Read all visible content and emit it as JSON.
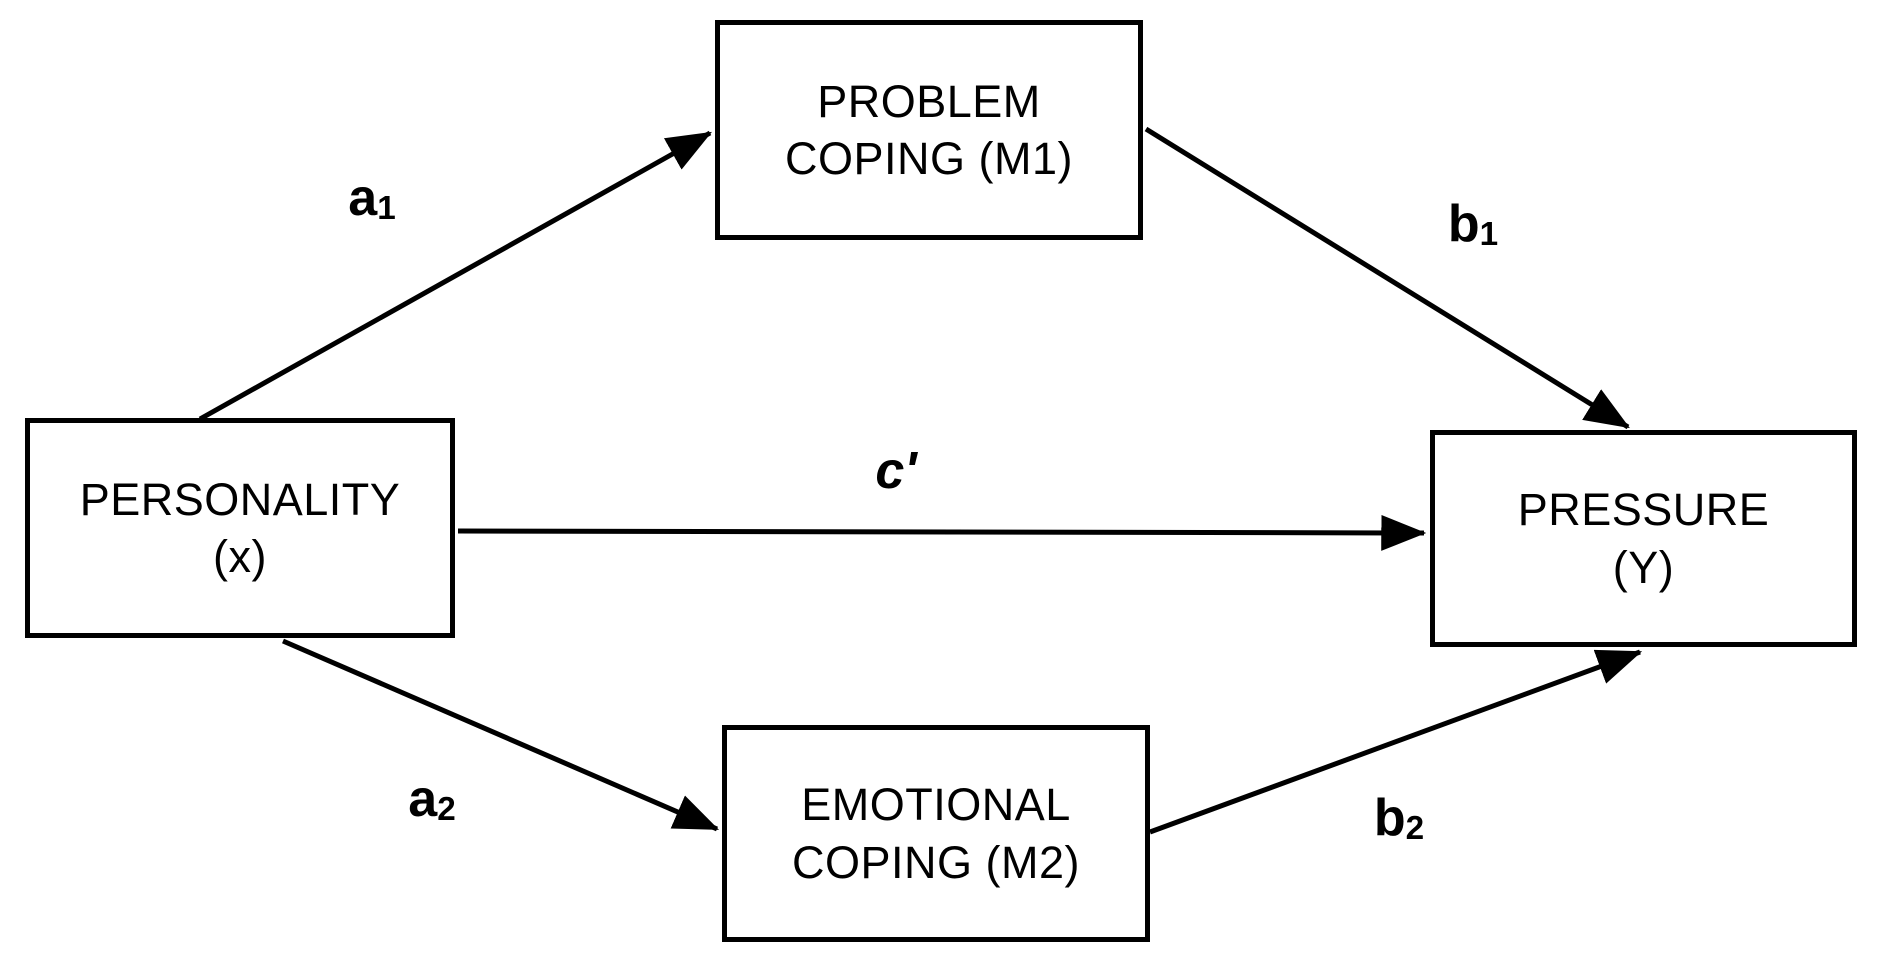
{
  "diagram": {
    "type": "mediation-path-model",
    "background_color": "#ffffff",
    "line_color": "#000000",
    "text_color": "#000000",
    "nodes": {
      "personality": {
        "line1": "PERSONALITY",
        "line2": "(x)",
        "role": "predictor"
      },
      "problem_coping": {
        "line1": "PROBLEM",
        "line2": "COPING (M1)",
        "role": "mediator-1"
      },
      "emotional_coping": {
        "line1": "EMOTIONAL",
        "line2": "COPING (M2)",
        "role": "mediator-2"
      },
      "pressure": {
        "line1": "PRESSURE",
        "line2": "(Y)",
        "role": "outcome"
      }
    },
    "paths": {
      "a1": {
        "base": "a",
        "sub": "1",
        "from": "PERSONALITY (x)",
        "to": "PROBLEM COPING (M1)"
      },
      "a2": {
        "base": "a",
        "sub": "2",
        "from": "PERSONALITY (x)",
        "to": "EMOTIONAL COPING (M2)"
      },
      "b1": {
        "base": "b",
        "sub": "1",
        "from": "PROBLEM COPING (M1)",
        "to": "PRESSURE (Y)"
      },
      "b2": {
        "base": "b",
        "sub": "2",
        "from": "EMOTIONAL COPING (M2)",
        "to": "PRESSURE (Y)"
      },
      "c_prime": {
        "base": "c'",
        "sub": "",
        "from": "PERSONALITY (x)",
        "to": "PRESSURE (Y)"
      }
    }
  }
}
